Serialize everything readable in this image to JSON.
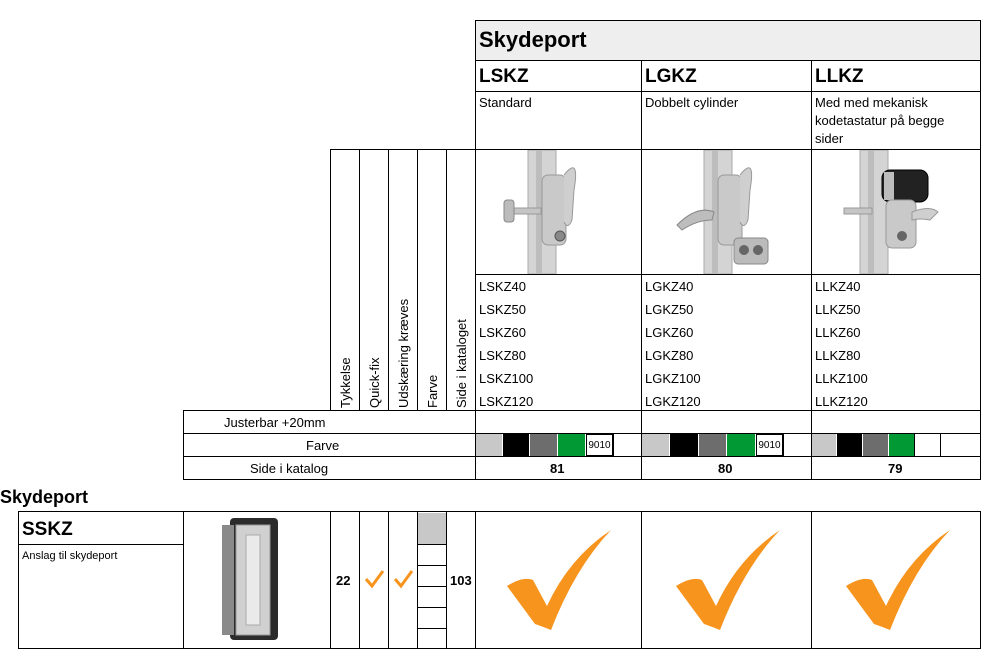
{
  "header": {
    "title": "Skydeport"
  },
  "products": [
    {
      "code": "LSKZ",
      "desc": [
        "Standard"
      ],
      "variants": [
        "LSKZ40",
        "LSKZ50",
        "LSKZ60",
        "LSKZ80",
        "LSKZ100",
        "LSKZ120"
      ],
      "page": "81",
      "show9010": "9010"
    },
    {
      "code": "LGKZ",
      "desc": [
        "Dobbelt cylinder"
      ],
      "variants": [
        "LGKZ40",
        "LGKZ50",
        "LGKZ60",
        "LGKZ80",
        "LGKZ100",
        "LGKZ120"
      ],
      "page": "80",
      "show9010": "9010"
    },
    {
      "code": "LLKZ",
      "desc": [
        "Med med mekanisk",
        "kodetastatur på begge",
        "sider"
      ],
      "variants": [
        "LLKZ40",
        "LLKZ50",
        "LLKZ60",
        "LLKZ80",
        "LLKZ100",
        "LLKZ120"
      ],
      "page": "79",
      "show9010": ""
    }
  ],
  "columns": [
    "Tykkelse",
    "Quick-fix",
    "Udskæring kræves",
    "Farve",
    "Side i kataloget"
  ],
  "rows": {
    "justerbar": "Justerbar +20mm",
    "farve": "Farve",
    "side": "Side i katalog"
  },
  "section": {
    "title": "Skydeport"
  },
  "accessory": {
    "code": "SSKZ",
    "desc": "Anslag til skydeport",
    "thickness": "22",
    "page": "103"
  },
  "colors": {
    "accent": "#F7941D",
    "green": "#009933",
    "black": "#000000",
    "grey": "#6d6d6d",
    "light_grey": "#c8c8c8",
    "header_bg": "#eeeeee"
  }
}
